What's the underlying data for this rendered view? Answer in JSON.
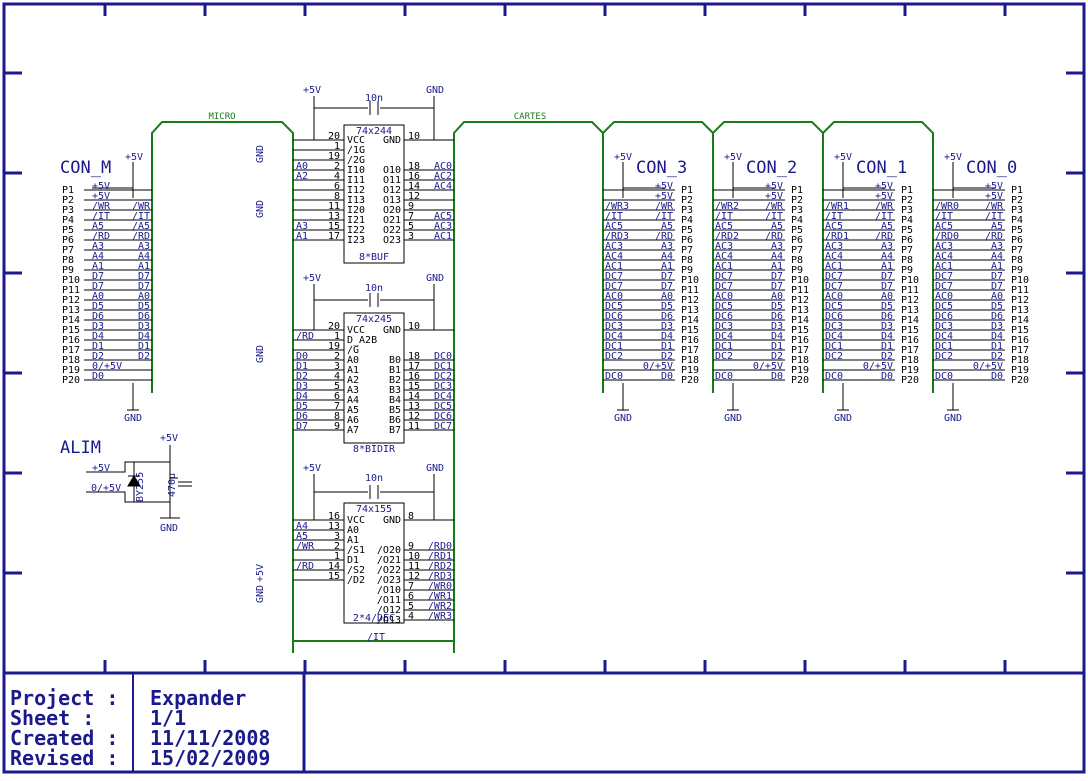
{
  "title_block": {
    "project_label": "Project :",
    "project_value": "Expander",
    "sheet_label": "Sheet :",
    "sheet_value": "1/1",
    "created_label": "Created :",
    "created_value": "11/11/2008",
    "revised_label": "Revised :",
    "revised_value": "15/02/2009"
  },
  "buses": {
    "micro": "MICRO",
    "cartes": "CARTES",
    "it": "/IT"
  },
  "power": {
    "vcc": "+5V",
    "gnd": "GND"
  },
  "con_m": {
    "title": "CON_M",
    "pins": [
      "P1",
      "P2",
      "P3",
      "P4",
      "P5",
      "P6",
      "P7",
      "P8",
      "P9",
      "P10",
      "P11",
      "P12",
      "P13",
      "P14",
      "P15",
      "P16",
      "P17",
      "P18",
      "P19",
      "P20"
    ],
    "inner": [
      "+5V",
      "+5V",
      "/WR",
      "/IT",
      "A5",
      "/RD",
      "A3",
      "A4",
      "A1",
      "D7",
      "D7",
      "A0",
      "D5",
      "D6",
      "D3",
      "D4",
      "D1",
      "D2",
      "0/+5V",
      "D0"
    ],
    "outer": [
      "",
      "",
      "/WR",
      "/IT",
      "/A5",
      "/RD",
      "A3",
      "A4",
      "A1",
      "D7",
      "D7",
      "A0",
      "D5",
      "D6",
      "D3",
      "D4",
      "D1",
      "D2",
      "",
      ""
    ]
  },
  "alim": {
    "title": "ALIM",
    "vcc": "+5V",
    "out": "0/+5V",
    "diode": "BY255",
    "cap": "470u",
    "gnd": "GND"
  },
  "ic1": {
    "part": "74x244",
    "name": "8*BUF",
    "cap": "10n",
    "left": [
      {
        "num": "20",
        "pin": "VCC",
        "net": ""
      },
      {
        "num": "1",
        "pin": "/1G",
        "net": ""
      },
      {
        "num": "19",
        "pin": "/2G",
        "net": ""
      },
      {
        "num": "2",
        "pin": "I10",
        "net": "A0"
      },
      {
        "num": "4",
        "pin": "I11",
        "net": "A2"
      },
      {
        "num": "6",
        "pin": "I12",
        "net": ""
      },
      {
        "num": "8",
        "pin": "I13",
        "net": ""
      },
      {
        "num": "11",
        "pin": "I20",
        "net": ""
      },
      {
        "num": "13",
        "pin": "I21",
        "net": ""
      },
      {
        "num": "15",
        "pin": "I22",
        "net": "A3"
      },
      {
        "num": "17",
        "pin": "I23",
        "net": "A1"
      }
    ],
    "right": [
      {
        "num": "10",
        "pin": "GND",
        "net": ""
      },
      {
        "num": "18",
        "pin": "O10",
        "net": "AC0"
      },
      {
        "num": "16",
        "pin": "O11",
        "net": "AC2"
      },
      {
        "num": "14",
        "pin": "O12",
        "net": "AC4"
      },
      {
        "num": "12",
        "pin": "O13",
        "net": ""
      },
      {
        "num": "9",
        "pin": "O20",
        "net": ""
      },
      {
        "num": "7",
        "pin": "O21",
        "net": "AC5"
      },
      {
        "num": "5",
        "pin": "O22",
        "net": "AC3"
      },
      {
        "num": "3",
        "pin": "O23",
        "net": "AC1"
      }
    ]
  },
  "ic2": {
    "part": "74x245",
    "name": "8*BIDIR",
    "cap": "10n",
    "left": [
      {
        "num": "20",
        "pin": "VCC",
        "net": ""
      },
      {
        "num": "1",
        "pin": "D_A2B",
        "net": "/RD"
      },
      {
        "num": "19",
        "pin": "/G",
        "net": ""
      },
      {
        "num": "2",
        "pin": "A0",
        "net": "D0"
      },
      {
        "num": "3",
        "pin": "A1",
        "net": "D1"
      },
      {
        "num": "4",
        "pin": "A2",
        "net": "D2"
      },
      {
        "num": "5",
        "pin": "A3",
        "net": "D3"
      },
      {
        "num": "6",
        "pin": "A4",
        "net": "D4"
      },
      {
        "num": "7",
        "pin": "A5",
        "net": "D5"
      },
      {
        "num": "8",
        "pin": "A6",
        "net": "D6"
      },
      {
        "num": "9",
        "pin": "A7",
        "net": "D7"
      }
    ],
    "right": [
      {
        "num": "10",
        "pin": "GND",
        "net": ""
      },
      {
        "num": "18",
        "pin": "B0",
        "net": "DC0"
      },
      {
        "num": "17",
        "pin": "B1",
        "net": "DC1"
      },
      {
        "num": "16",
        "pin": "B2",
        "net": "DC2"
      },
      {
        "num": "15",
        "pin": "B3",
        "net": "DC3"
      },
      {
        "num": "14",
        "pin": "B4",
        "net": "DC4"
      },
      {
        "num": "13",
        "pin": "B5",
        "net": "DC5"
      },
      {
        "num": "12",
        "pin": "B6",
        "net": "DC6"
      },
      {
        "num": "11",
        "pin": "B7",
        "net": "DC7"
      }
    ]
  },
  "ic3": {
    "part": "74x155",
    "name": "2*4/DEC",
    "cap": "10n",
    "left": [
      {
        "num": "16",
        "pin": "VCC",
        "net": ""
      },
      {
        "num": "13",
        "pin": "A0",
        "net": "A4"
      },
      {
        "num": "3",
        "pin": "A1",
        "net": "A5"
      },
      {
        "num": "2",
        "pin": "/S1",
        "net": "/WR"
      },
      {
        "num": "1",
        "pin": "D1",
        "net": ""
      },
      {
        "num": "14",
        "pin": "/S2",
        "net": "/RD"
      },
      {
        "num": "15",
        "pin": "/D2",
        "net": ""
      }
    ],
    "right": [
      {
        "num": "8",
        "pin": "GND",
        "net": ""
      },
      {
        "num": "9",
        "pin": "/O20",
        "net": "/RD0"
      },
      {
        "num": "10",
        "pin": "/O21",
        "net": "/RD1"
      },
      {
        "num": "11",
        "pin": "/O22",
        "net": "/RD2"
      },
      {
        "num": "12",
        "pin": "/O23",
        "net": "/RD3"
      },
      {
        "num": "7",
        "pin": "/O10",
        "net": "/WR0"
      },
      {
        "num": "6",
        "pin": "/O11",
        "net": "/WR1"
      },
      {
        "num": "5",
        "pin": "/O12",
        "net": "/WR2"
      },
      {
        "num": "4",
        "pin": "/O13",
        "net": "/WR3"
      }
    ]
  },
  "con_slots": [
    {
      "title": "CON_3",
      "wr": "/WR3",
      "rd": "/RD3"
    },
    {
      "title": "CON_2",
      "wr": "/WR2",
      "rd": "/RD2"
    },
    {
      "title": "CON_1",
      "wr": "/WR1",
      "rd": "/RD1"
    },
    {
      "title": "CON_0",
      "wr": "/WR0",
      "rd": "/RD0"
    }
  ],
  "con_slot_common": {
    "pins": [
      "P1",
      "P2",
      "P3",
      "P4",
      "P5",
      "P6",
      "P7",
      "P8",
      "P9",
      "P10",
      "P11",
      "P12",
      "P13",
      "P14",
      "P15",
      "P16",
      "P17",
      "P18",
      "P19",
      "P20"
    ],
    "inner": [
      "+5V",
      "+5V",
      "/WR",
      "/IT",
      "A5",
      "/RD",
      "A3",
      "A4",
      "A1",
      "D7",
      "D7",
      "A0",
      "D5",
      "D6",
      "D3",
      "D4",
      "D1",
      "D2",
      "0/+5V",
      "D0"
    ],
    "outer": [
      "",
      "",
      "",
      "/IT",
      "AC5",
      "",
      "AC3",
      "AC4",
      "AC1",
      "DC7",
      "DC7",
      "AC0",
      "DC5",
      "DC6",
      "DC3",
      "DC4",
      "DC1",
      "DC2",
      "",
      "DC0"
    ]
  }
}
